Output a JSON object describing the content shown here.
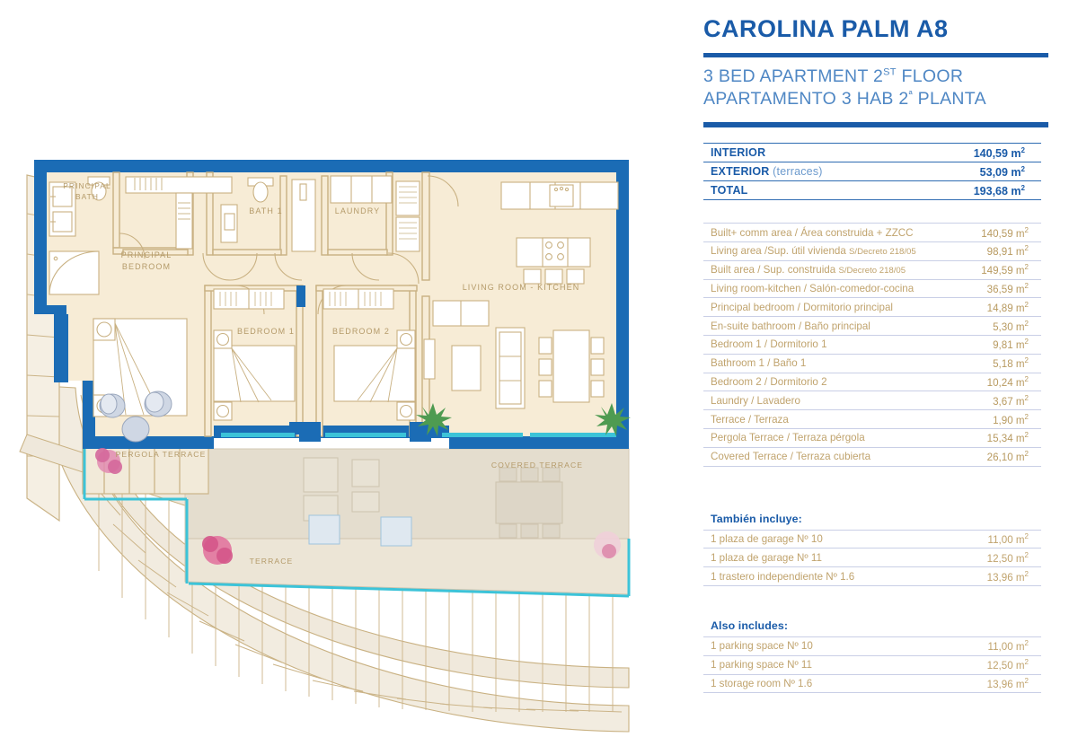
{
  "header": {
    "unit_title": "CAROLINA PALM A8",
    "subtitle_en_pre": "3 BED APARTMENT 2",
    "subtitle_en_sup": "ST",
    "subtitle_en_post": " FLOOR",
    "subtitle_es_pre": "APARTAMENTO 3 HAB 2",
    "subtitle_es_sup": "ª",
    "subtitle_es_post": " PLANTA"
  },
  "colors": {
    "brand_blue": "#1a5ba8",
    "wall_blue": "#1b6cb5",
    "subtitle_blue": "#4f87c4",
    "tan_text": "#c0a36d",
    "room_fill": "#f7ecd6",
    "terrace_fill": "#e8e0d2",
    "separator": "#c9cfe6",
    "glass_cyan": "#3cc3d8"
  },
  "summary": {
    "rows": [
      {
        "label": "INTERIOR",
        "note": "",
        "value": "140,59 m²"
      },
      {
        "label": "EXTERIOR",
        "note": " (terraces)",
        "value": "53,09 m²"
      },
      {
        "label": "TOTAL",
        "note": "",
        "value": "193,68 m²"
      }
    ]
  },
  "details": {
    "rows": [
      {
        "label": "Built+ comm  area / Área construida + ZZCC",
        "decreto": "",
        "value": "140,59 m²"
      },
      {
        "label": "Living area /Sup. útil vivienda ",
        "decreto": "S/Decreto 218/05",
        "value": "98,91 m²"
      },
      {
        "label": "Built area / Sup. construida  ",
        "decreto": "S/Decreto 218/05",
        "value": "149,59 m²"
      },
      {
        "label": "Living room-kitchen / Salón-comedor-cocina",
        "decreto": "",
        "value": "36,59 m²"
      },
      {
        "label": "Principal bedroom / Dormitorio principal",
        "decreto": "",
        "value": "14,89 m²"
      },
      {
        "label": "En-suite bathroom / Baño principal",
        "decreto": "",
        "value": "5,30 m²"
      },
      {
        "label": "Bedroom 1 / Dormitorio 1",
        "decreto": "",
        "value": "9,81 m²"
      },
      {
        "label": "Bathroom 1 / Baño 1",
        "decreto": "",
        "value": "5,18 m²"
      },
      {
        "label": "Bedroom 2 / Dormitorio 2",
        "decreto": "",
        "value": "10,24 m²"
      },
      {
        "label": "Laundry / Lavadero",
        "decreto": "",
        "value": "3,67 m²"
      },
      {
        "label": "Terrace / Terraza",
        "decreto": "",
        "value": "1,90 m²"
      },
      {
        "label": "Pergola Terrace / Terraza pérgola",
        "decreto": "",
        "value": "15,34 m²"
      },
      {
        "label": "Covered Terrace / Terraza cubierta",
        "decreto": "",
        "value": "26,10 m²"
      }
    ]
  },
  "includes_es": {
    "heading": "También incluye:",
    "rows": [
      {
        "label": "1 plaza de garage Nº 10",
        "value": "11,00 m²"
      },
      {
        "label": "1 plaza de garage Nº 11",
        "value": "12,50 m²"
      },
      {
        "label": "1 trastero independiente Nº 1.6",
        "value": "13,96 m²"
      }
    ]
  },
  "includes_en": {
    "heading": "Also includes:",
    "rows": [
      {
        "label": "1 parking space Nº 10",
        "value": "11,00 m²"
      },
      {
        "label": "1 parking space Nº 11",
        "value": "12,50 m²"
      },
      {
        "label": "1 storage room Nº 1.6",
        "value": "13,96 m²"
      }
    ]
  },
  "plan": {
    "labels": {
      "principal_bath_l1": "PRINCIPAL",
      "principal_bath_l2": "BATH",
      "principal_bedroom_l1": "PRINCIPAL",
      "principal_bedroom_l2": "BEDROOM",
      "bath1": "BATH 1",
      "laundry": "LAUNDRY",
      "bedroom1": "BEDROOM 1",
      "bedroom2": "BEDROOM 2",
      "living_kitchen": "LIVING ROOM - KITCHEN",
      "pergola_terrace": "PERGOLA TERRACE",
      "covered_terrace": "COVERED TERRACE",
      "terrace": "TERRACE"
    }
  }
}
